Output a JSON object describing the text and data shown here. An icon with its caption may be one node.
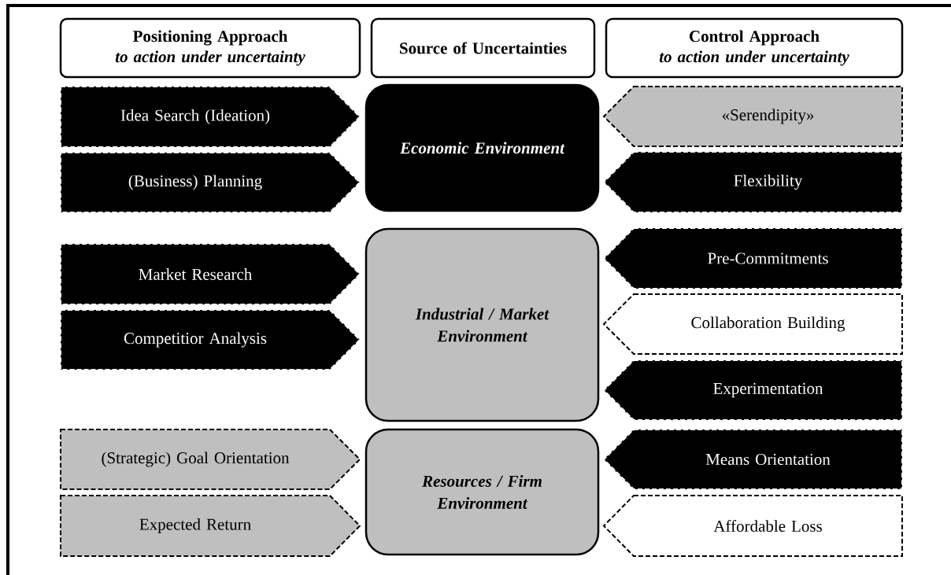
{
  "diagram": {
    "nodes": [
      {
        "text": [
          "Positioning Approach",
          "to action under uncertainty"
        ]
      },
      {
        "text": [
          "Source of Uncertainties"
        ]
      },
      {
        "text": [
          "Control Approach",
          "to action under uncertainty"
        ]
      },
      {
        "text": [
          "Idea Search (Ideation)"
        ]
      },
      {
        "text": [
          "Economic Environment"
        ]
      },
      {
        "text": [
          "«Serendipity»"
        ]
      },
      {
        "text": [
          "(Business) Planning"
        ]
      },
      {
        "text": [
          "Flexibility"
        ]
      },
      {
        "text": [
          "Pre-Commitments"
        ]
      },
      {
        "text": [
          "Market Research"
        ]
      },
      {
        "text": [
          "Industrial / Market Environment"
        ]
      },
      {
        "text": [
          "Collaboration Building"
        ]
      },
      {
        "text": [
          "Competitior Analysis"
        ]
      },
      {
        "text": [
          "Experimentation"
        ]
      },
      {
        "text": [
          "(Strategic) Goal Orientation"
        ]
      },
      {
        "text": [
          "Resources / Firm Environment"
        ]
      },
      {
        "text": [
          "Means Orientation"
        ]
      },
      {
        "text": [
          "Expected Return"
        ]
      },
      {
        "text": [
          "Affordable Loss"
        ]
      }
    ]
  }
}
